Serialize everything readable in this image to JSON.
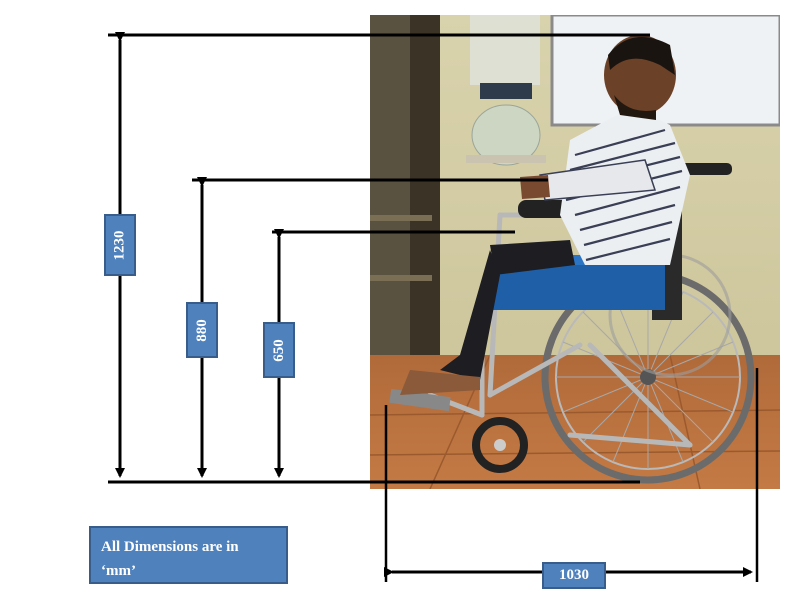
{
  "dimensions": {
    "unit_note": "All Dimensions are in ‘mm’",
    "overall_height": "1230",
    "armrest_height": "880",
    "seat_height": "650",
    "overall_length": "1030"
  },
  "colors": {
    "label_fill": "#4f81bd",
    "label_border": "#385d8a",
    "line": "#000000"
  }
}
